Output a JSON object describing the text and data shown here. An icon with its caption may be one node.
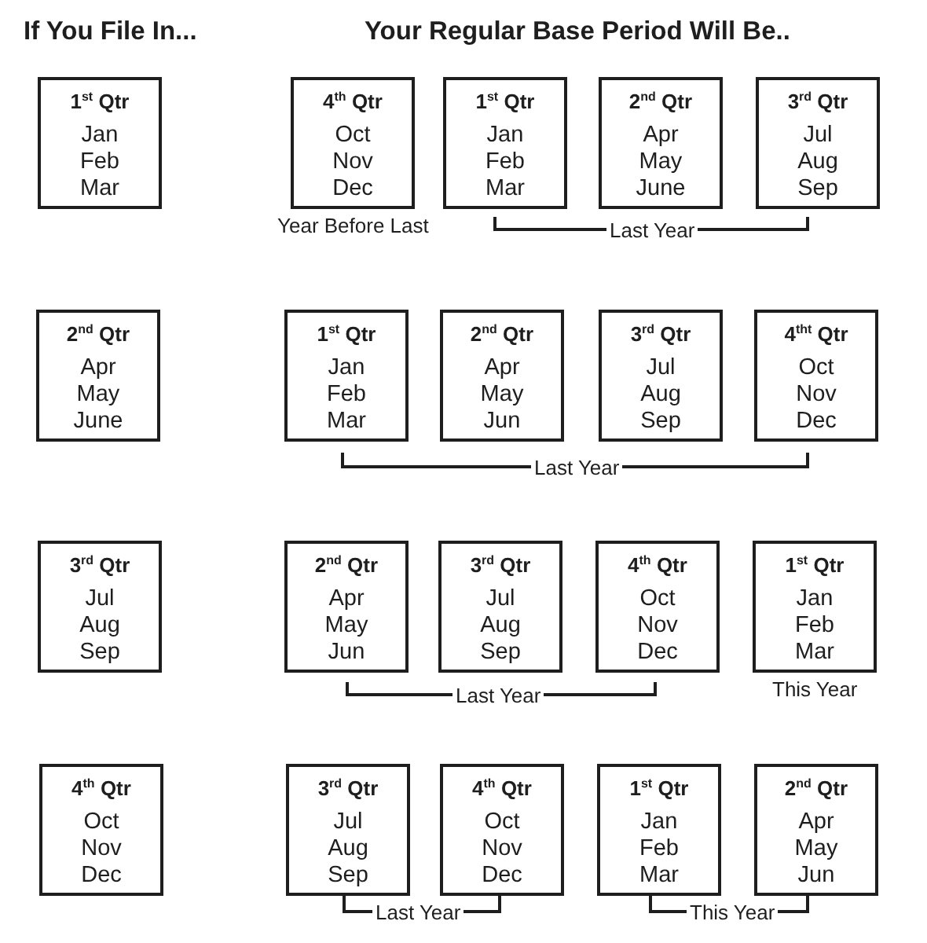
{
  "diagram": {
    "nodes": [
      {
        "text": [
          "1$^{st}$ Qtr",
          "Jan Feb Mar"
        ]
      },
      {
        "text": [
          "4$^{th}$ Qtr",
          "Oct Nov Dec"
        ],
        "beside": [
          "Year Before Last"
        ]
      },
      {
        "text": [
          "1$^{st}$ Qtr",
          "Jan Feb Mar"
        ]
      },
      {
        "text": [
          "2$^{nd}$ Qtr",
          "Apr May June"
        ]
      },
      {
        "text": [
          "3$^{rd}$ Qtr",
          "Jul Aug Sep"
        ]
      },
      {
        "text": [
          "2$^{nd}$ Qtr",
          "Apr May June"
        ]
      },
      {
        "text": [
          "1$^{st}$ Qtr",
          "Jan Feb Mar"
        ]
      },
      {
        "text": [
          "2$^{nd}$ Qtr",
          "Apr May Jun"
        ]
      },
      {
        "text": [
          "3$^{rd}$ Qtr",
          "Jul Aug Sep"
        ]
      },
      {
        "text": [
          "4$^{tht}$ Qtr",
          "Oct Nov Dec"
        ]
      },
      {
        "text": [
          "3$^{rd}$ Qtr",
          "Jul Aug Sep"
        ]
      },
      {
        "text": [
          "2$^{nd}$ Qtr",
          "Apr May Jun"
        ]
      },
      {
        "text": [
          "3$^{rd}$ Qtr",
          "Jul Aug Sep"
        ]
      },
      {
        "text": [
          "4$^{th}$ Qtr",
          "Oct Nov Dec"
        ]
      },
      {
        "text": [
          "1$^{st}$ Qtr",
          "Jan Feb Mar"
        ],
        "beside": [
          "This Year"
        ]
      },
      {
        "text": [
          "4$^{th}$ Qtr",
          "Oct Nov Dec"
        ]
      },
      {
        "text": [
          "3$^{rd}$ Qtr",
          "Jul Aug Sep"
        ]
      },
      {
        "text": [
          "4$^{th}$ Qtr",
          "Oct Nov Dec"
        ]
      },
      {
        "text": [
          "1$^{st}$ Qtr",
          "Jan Feb Mar"
        ]
      },
      {
        "text": [
          "2$^{nd}$ Qtr",
          "Apr May Jun"
        ]
      }
    ],
    "labels": [
      "If You File In...",
      "Your Regular Base Period Will Be..",
      "Last Year",
      "Last Year",
      "Last Year",
      "Last Year",
      "This Year"
    ]
  }
}
